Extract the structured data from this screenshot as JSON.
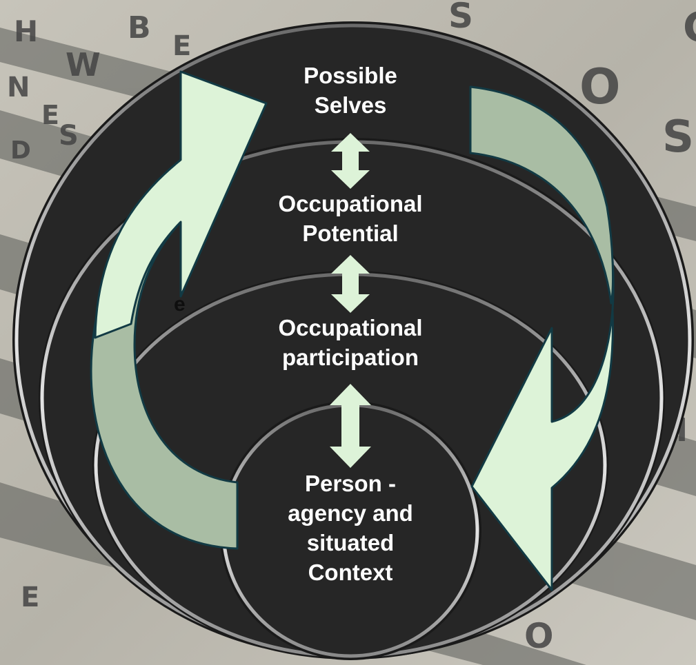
{
  "labels": {
    "possible_selves": [
      "Possible",
      "Selves"
    ],
    "occupational_potential": [
      "Occupational",
      "Potential"
    ],
    "occupational_participation": [
      "Occupational",
      "participation"
    ],
    "person": [
      "Person -",
      "agency and",
      "situated",
      "Context"
    ],
    "stray_glyph": "e"
  },
  "colors": {
    "circle_fill": "#262626",
    "circle_edge": "#c9c9c9",
    "arrow_light": "#ddf3d8",
    "arrow_muted": "#a9bda4",
    "arrow_outline": "#123a44",
    "text": "#ffffff"
  },
  "icons": [
    "double-headed-arrow-icon",
    "curved-arrow-icon"
  ]
}
